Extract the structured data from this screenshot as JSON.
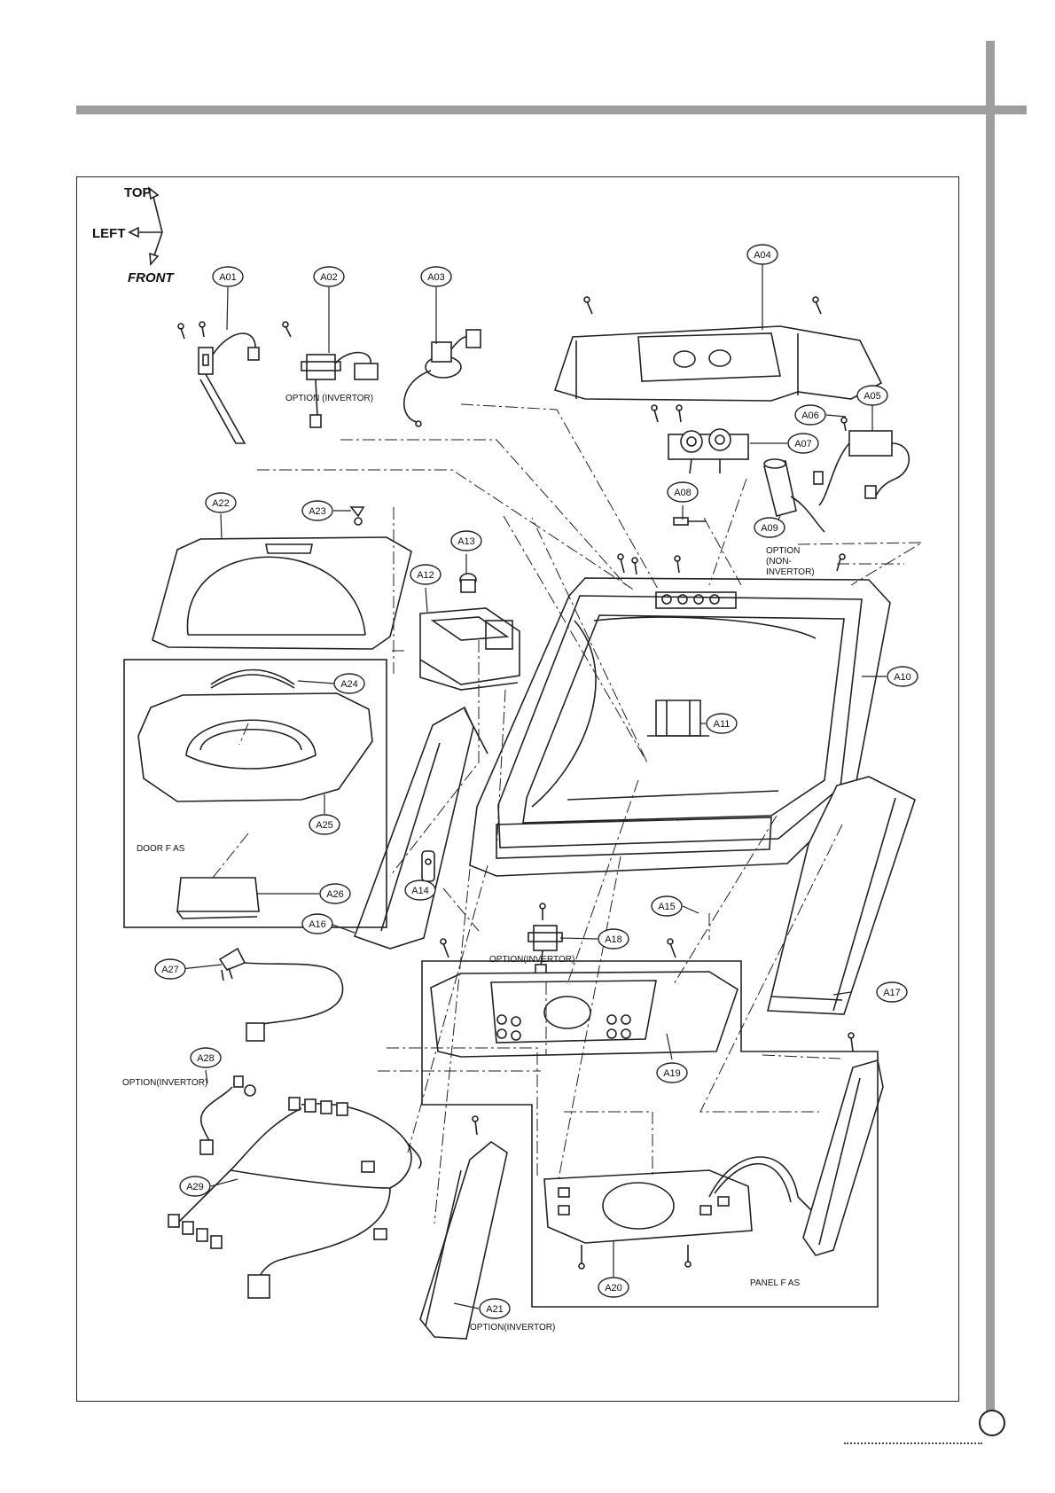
{
  "orientation": {
    "top": "TOP",
    "left": "LEFT",
    "front": "FRONT"
  },
  "parts": [
    {
      "id": "A01"
    },
    {
      "id": "A02"
    },
    {
      "id": "A03"
    },
    {
      "id": "A04"
    },
    {
      "id": "A05"
    },
    {
      "id": "A06"
    },
    {
      "id": "A07"
    },
    {
      "id": "A08"
    },
    {
      "id": "A09"
    },
    {
      "id": "A10"
    },
    {
      "id": "A11"
    },
    {
      "id": "A12"
    },
    {
      "id": "A13"
    },
    {
      "id": "A14"
    },
    {
      "id": "A15"
    },
    {
      "id": "A16"
    },
    {
      "id": "A17"
    },
    {
      "id": "A18"
    },
    {
      "id": "A19"
    },
    {
      "id": "A20"
    },
    {
      "id": "A21"
    },
    {
      "id": "A22"
    },
    {
      "id": "A23"
    },
    {
      "id": "A24"
    },
    {
      "id": "A25"
    },
    {
      "id": "A26"
    },
    {
      "id": "A27"
    },
    {
      "id": "A28"
    },
    {
      "id": "A29"
    }
  ],
  "notes": {
    "a02_option": "OPTION (INVERTOR)",
    "a09_option_1": "OPTION",
    "a09_option_2": "(NON-",
    "a09_option_3": "INVERTOR)",
    "a18_option": "OPTION(INVERTOR)",
    "a28_option": "OPTION(INVERTOR)",
    "a21_option": "OPTION(INVERTOR)",
    "door_assembly": "DOOR F AS",
    "panel_assembly": "PANEL F AS"
  },
  "colors": {
    "line": "#222222",
    "rule": "#9e9e9e"
  }
}
